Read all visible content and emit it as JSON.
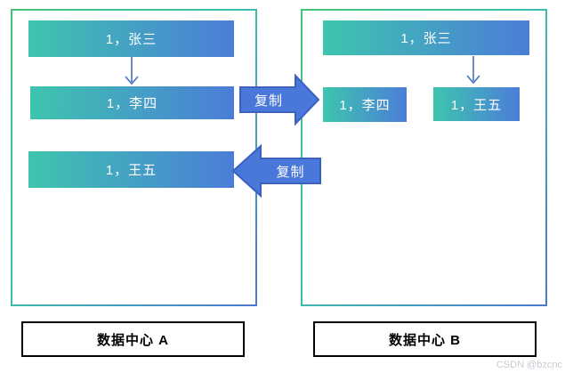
{
  "diagram": {
    "panels": [
      {
        "id": "A",
        "label": "数据中心 A",
        "nodes": [
          {
            "text": "1，张三"
          },
          {
            "text": "1，李四"
          },
          {
            "text": "1，王五"
          }
        ]
      },
      {
        "id": "B",
        "label": "数据中心 B",
        "nodes": [
          {
            "text": "1，张三"
          },
          {
            "text": "1，李四"
          },
          {
            "text": "1，王五"
          }
        ]
      }
    ],
    "replicate_arrows": [
      {
        "label": "复制",
        "direction": "left-to-right"
      },
      {
        "label": "复制",
        "direction": "right-to-left"
      }
    ]
  },
  "watermark": "CSDN @bzcnc",
  "colors": {
    "node_gradient_start": "#3EC5AE",
    "node_gradient_end": "#4B7DD8",
    "panel_border_gradient": [
      "#45C27B",
      "#3CC1AB",
      "#4A78D2"
    ],
    "block_arrow_fill": "#4A78DA",
    "block_arrow_stroke": "#3A60C0",
    "connector_color": "#4472C4",
    "label_box_border": "#000000",
    "node_text_color": "#FFFFFF",
    "watermark_color": "#C8CBD3"
  }
}
